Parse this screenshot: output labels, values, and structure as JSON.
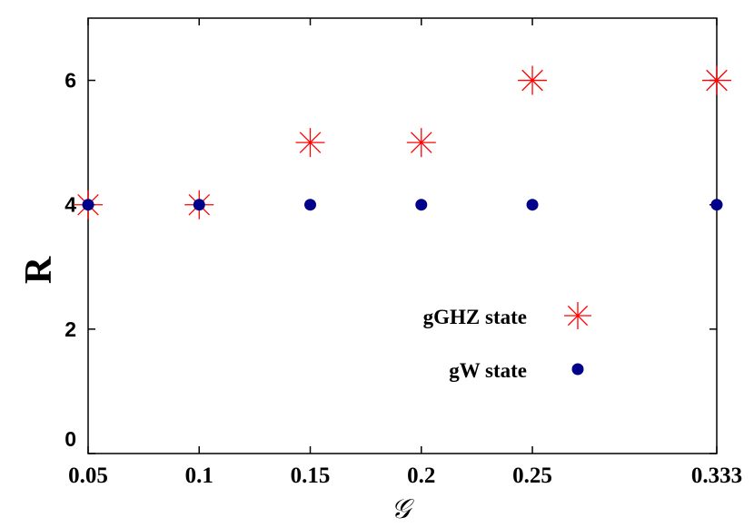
{
  "chart_data": {
    "type": "scatter",
    "title": "",
    "xlabel": "𝒢",
    "ylabel": "R",
    "x": [
      0.05,
      0.1,
      0.15,
      0.2,
      0.25,
      0.333
    ],
    "x_tick_labels": [
      "0.05",
      "0.1",
      "0.15",
      "0.2",
      "0.25",
      "0.333"
    ],
    "y_ticks": [
      0,
      2,
      4,
      6
    ],
    "y_tick_labels": [
      "0",
      "2",
      "4",
      "6"
    ],
    "ylim": [
      0,
      7
    ],
    "xlim": [
      0.05,
      0.333
    ],
    "grid": false,
    "legend_position": "bottom-right",
    "series": [
      {
        "name": "gGHZ state",
        "marker": "asterisk",
        "color": "#ff0000",
        "values": [
          4,
          4,
          5,
          5,
          6,
          6
        ]
      },
      {
        "name": "gW state",
        "marker": "circle",
        "color": "#00008b",
        "values": [
          4,
          4,
          4,
          4,
          4,
          4
        ]
      }
    ]
  }
}
